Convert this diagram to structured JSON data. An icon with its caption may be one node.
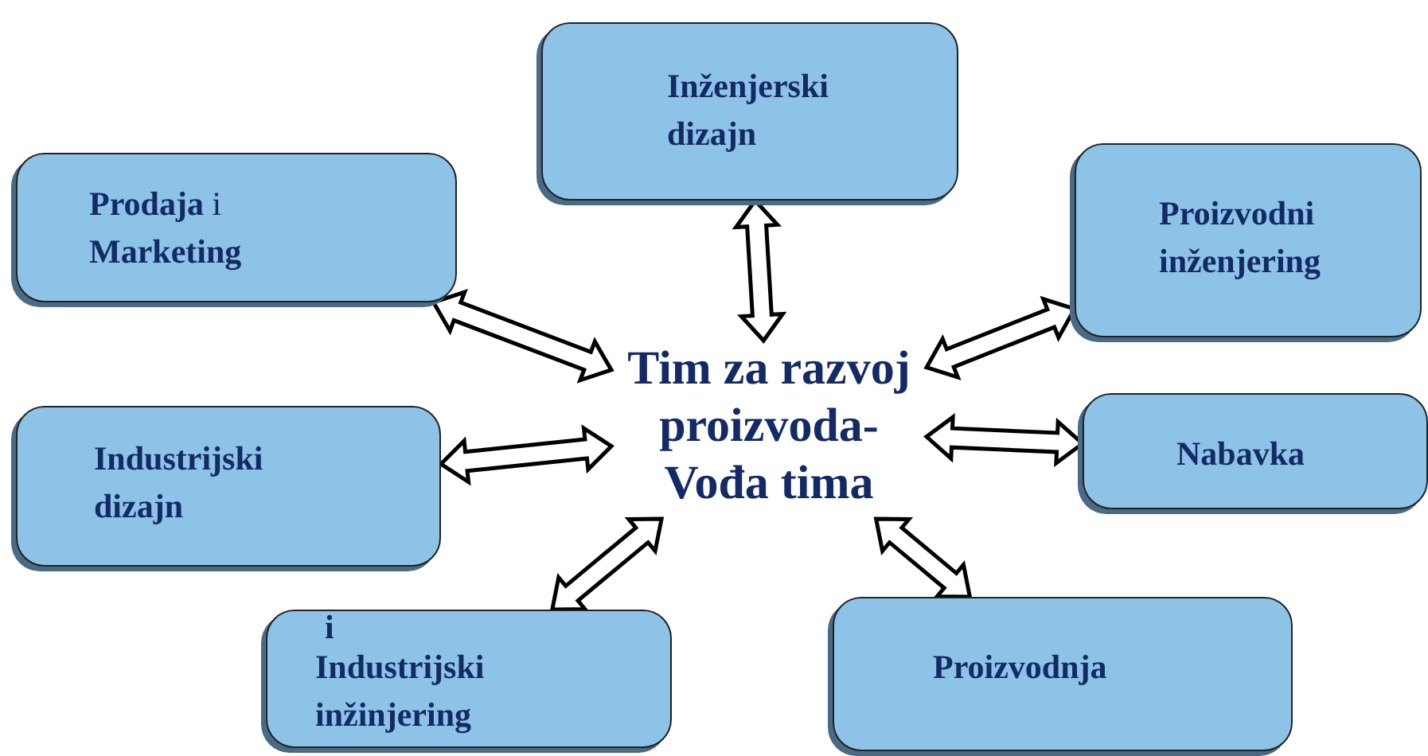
{
  "diagram": {
    "nodes": [
      {
        "text": [
          "Inženjerski dizajn"
        ]
      },
      {
        "text": [
          "**Prodaja** i **Marketing**"
        ]
      },
      {
        "text": [
          "Proizvodni inženjering"
        ]
      },
      {
        "text": [
          "Tim za razvoj proizvoda- Vođa tima"
        ]
      },
      {
        "text": [
          "Nabavka"
        ]
      },
      {
        "text": [
          "Industrijski dizajn"
        ]
      },
      {
        "text": [
          "i",
          "Industrijski inžinjering"
        ]
      },
      {
        "text": [
          "Proizvodnja"
        ]
      }
    ],
    "edges": [
      {
        "from": 3,
        "to": 0,
        "arrow": "both"
      },
      {
        "from": 3,
        "to": 1,
        "arrow": "both"
      },
      {
        "from": 3,
        "to": 2,
        "arrow": "both"
      },
      {
        "from": 3,
        "to": 4,
        "arrow": "both"
      },
      {
        "from": 3,
        "to": 5,
        "arrow": "both"
      },
      {
        "from": 3,
        "to": 6,
        "arrow": "both"
      },
      {
        "from": 3,
        "to": 7,
        "arrow": "both"
      }
    ]
  }
}
